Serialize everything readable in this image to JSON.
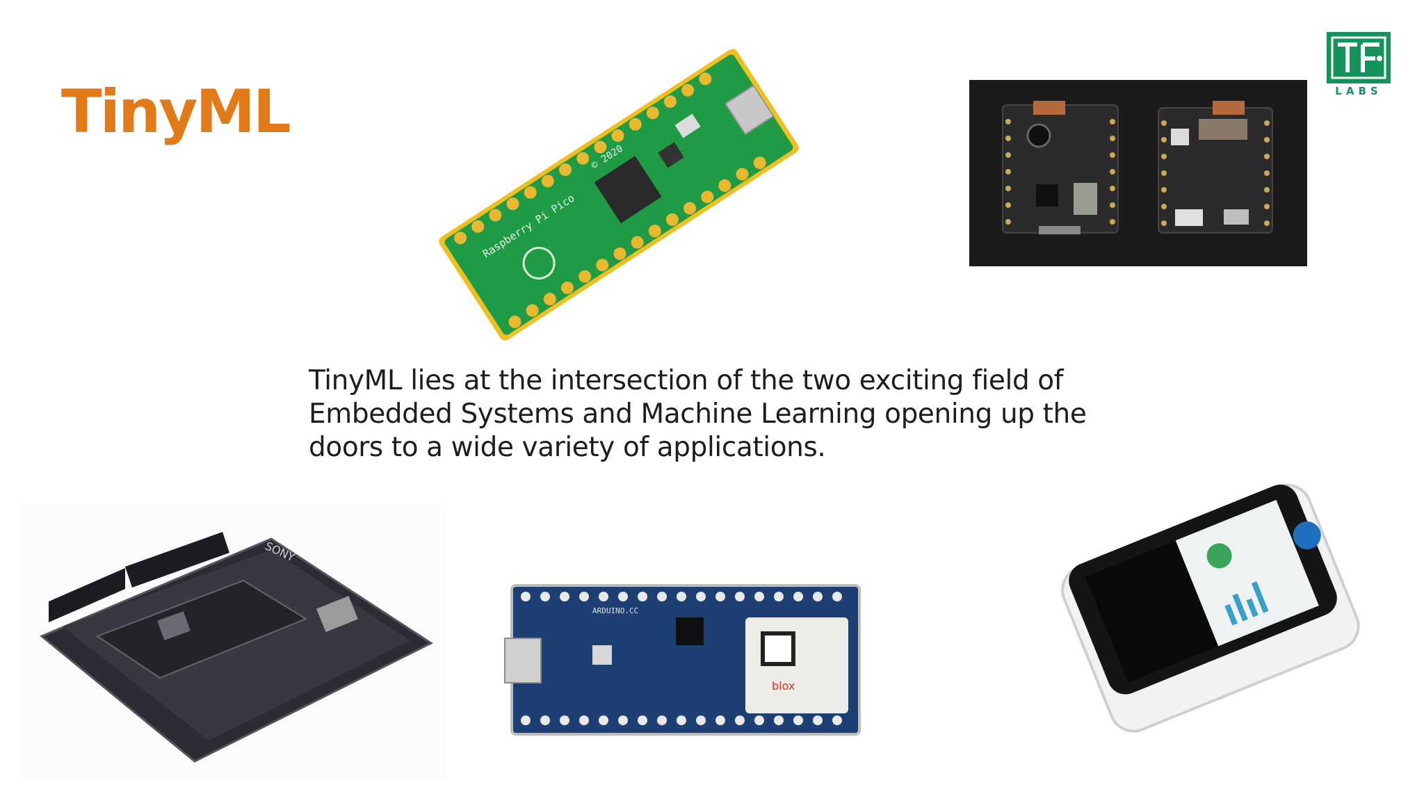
{
  "slide": {
    "title": "TinyML",
    "body": "TinyML lies at the intersection of the two exciting field of Embedded Systems and Machine Learning opening up the doors to a wide variety of applications."
  },
  "logo": {
    "sub_text": "LABS",
    "color": "#14935a"
  },
  "images": {
    "pico": {
      "silk_left": "Raspberry Pi Pico",
      "silk_right": "© 2020"
    },
    "sony": {
      "silk": "SONY"
    },
    "nano": {
      "silk": "ARDUINO.CC",
      "module": "blox"
    }
  },
  "colors": {
    "title": "#e37a1a",
    "text": "#1d1d1d",
    "pcb_green": "#1f9a45",
    "pcb_blue": "#1d3f73"
  }
}
